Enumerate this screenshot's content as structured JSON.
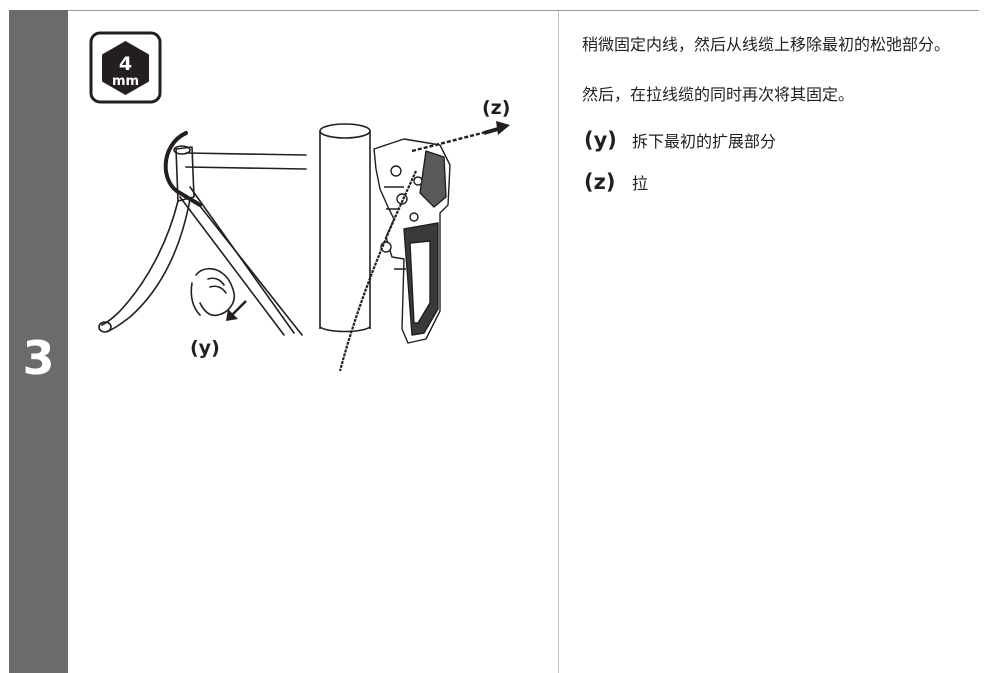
{
  "step": {
    "number": "3"
  },
  "tool_badge": {
    "icon": "hex-key-icon",
    "size_value": "4",
    "size_unit": "mm"
  },
  "figure": {
    "label_y": "(y)",
    "label_z": "(z)"
  },
  "instructions": {
    "paragraph_1": "稍微固定内线，然后从线缆上移除最初的松弛部分。",
    "paragraph_2": "然后，在拉线缆的同时再次将其固定。"
  },
  "legend": [
    {
      "key": "(y)",
      "text": "拆下最初的扩展部分"
    },
    {
      "key": "(z)",
      "text": "拉"
    }
  ],
  "colors": {
    "step_column": "#6b6b6b",
    "text": "#231f20",
    "line_art": "#231f20"
  }
}
